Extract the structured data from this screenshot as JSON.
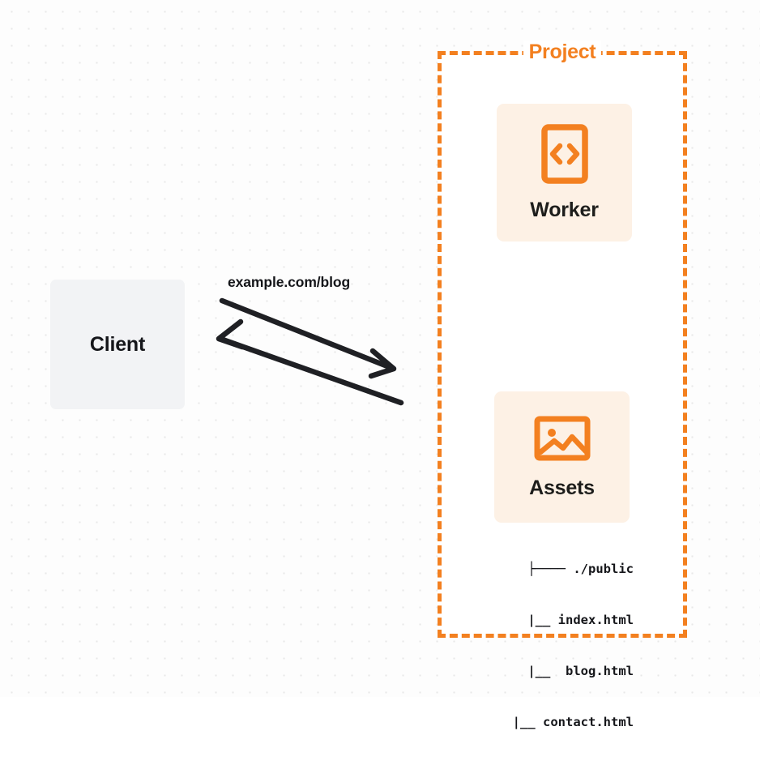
{
  "diagram": {
    "title": "Cloudflare Worker and Assets routing diagram",
    "colors": {
      "accent_orange": "#f38020",
      "card_background": "#fdf1e5",
      "client_background": "#f2f3f5",
      "text_dark": "#15161a",
      "canvas_background": "#fdfdfd",
      "grid_dot": "#e8e8e8"
    }
  },
  "client": {
    "label": "Client"
  },
  "connection": {
    "label": "example.com/blog",
    "request_direction": "right",
    "response_direction": "left"
  },
  "project": {
    "title": "Project",
    "border_style": "dashed",
    "nodes": [
      {
        "id": "worker",
        "label": "Worker",
        "icon": "code-brackets-icon"
      },
      {
        "id": "assets",
        "label": "Assets",
        "icon": "image-icon"
      }
    ]
  },
  "file_tree": {
    "lines": [
      "├──── ./public",
      "    |__ index.html",
      "    |__  blog.html",
      "    |__ contact.html"
    ],
    "root": "./public",
    "files": [
      "index.html",
      "blog.html",
      "contact.html"
    ]
  }
}
